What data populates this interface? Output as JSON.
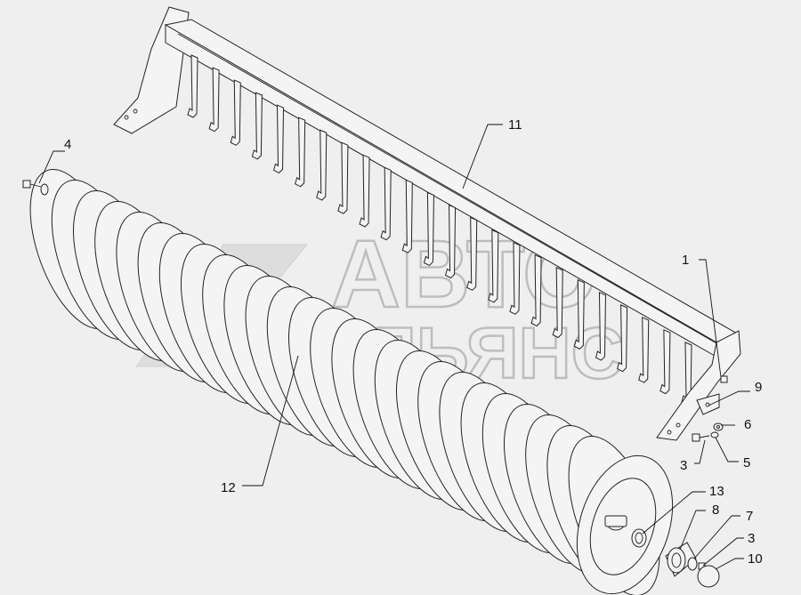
{
  "watermark": {
    "line1": "АВТО",
    "line2": "АЛЬЯНС",
    "logo": "avto-alyans-logo-icon"
  },
  "callouts": [
    {
      "id": "c1",
      "label": "1"
    },
    {
      "id": "c3a",
      "label": "3"
    },
    {
      "id": "c3b",
      "label": "3"
    },
    {
      "id": "c4",
      "label": "4"
    },
    {
      "id": "c5",
      "label": "5"
    },
    {
      "id": "c6",
      "label": "6"
    },
    {
      "id": "c7",
      "label": "7"
    },
    {
      "id": "c8",
      "label": "8"
    },
    {
      "id": "c9",
      "label": "9"
    },
    {
      "id": "c10",
      "label": "10"
    },
    {
      "id": "c11",
      "label": "11"
    },
    {
      "id": "c12",
      "label": "12"
    },
    {
      "id": "c13",
      "label": "13"
    }
  ]
}
